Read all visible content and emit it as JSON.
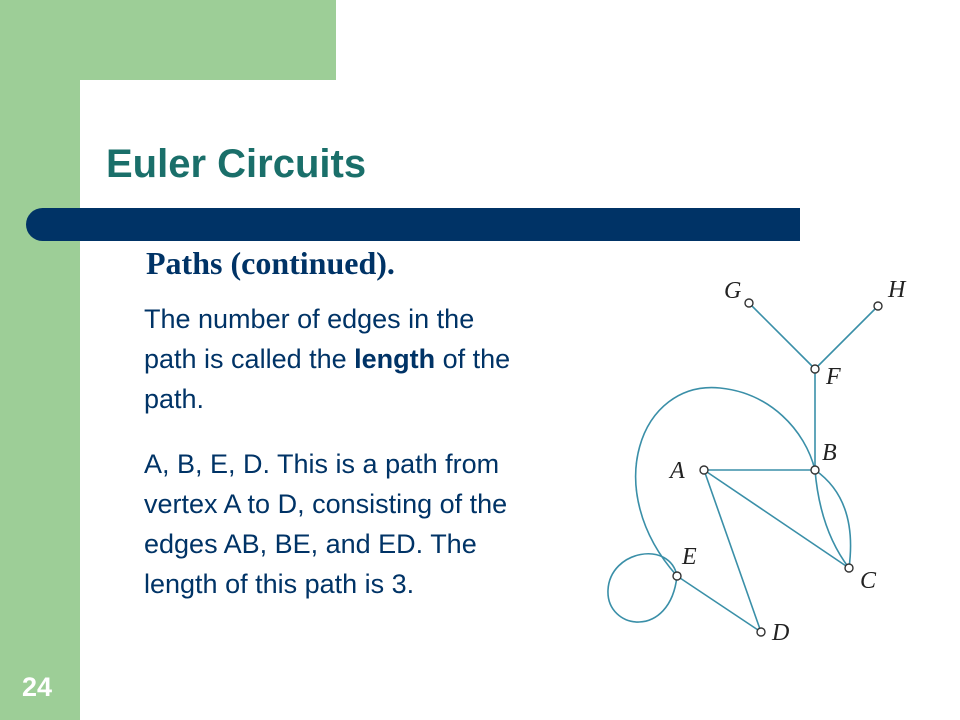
{
  "slide": {
    "title": "Euler Circuits",
    "subtitle": "Paths (continued).",
    "paragraph1": {
      "before": "The number of edges in the path is called the ",
      "bold": "length",
      "after": " of the path."
    },
    "paragraph2": "A, B, E, D.  This is a path from vertex A to D, consisting of the edges AB, BE, and ED. The length of this path is 3.",
    "page_number": "24"
  },
  "graph": {
    "vertex_labels": {
      "G": "G",
      "H": "H",
      "F": "F",
      "B": "B",
      "A": "A",
      "E": "E",
      "C": "C",
      "D": "D"
    },
    "edge_color": "#3a8fa8"
  },
  "colors": {
    "green": "#9dce97",
    "title": "#1a6f6a",
    "navy": "#003366"
  }
}
